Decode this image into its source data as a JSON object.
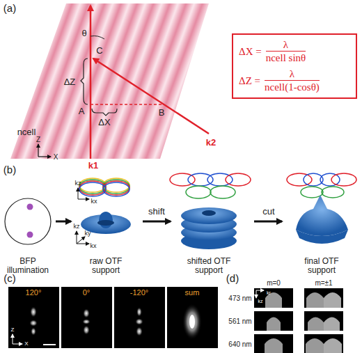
{
  "diagram": {
    "nodes": [
      {
        "text": [
          "ΔX =",
          "λ",
          "ncell sinθ",
          "ΔZ =",
          "λ",
          "ncell(1-cosθ)"
        ]
      }
    ],
    "labels": [
      "(a)",
      "θ",
      "C",
      "ΔZ",
      "A",
      "ΔX",
      "B",
      "k2",
      "ncell",
      "Z",
      "X",
      "k1",
      "(b)",
      "kz",
      "kx",
      "kz",
      "ky",
      "kx",
      "BFP illumination",
      "raw OTF support",
      "shift",
      "shifted OTF support",
      "cut",
      "final OTF support",
      "(c)",
      "120°",
      "0°",
      "-120°",
      "sum",
      "Z",
      "X",
      "(d)",
      "m=0",
      "m=±1",
      "473 nm",
      "561 nm",
      "640 nm",
      "kz",
      "kr"
    ]
  }
}
